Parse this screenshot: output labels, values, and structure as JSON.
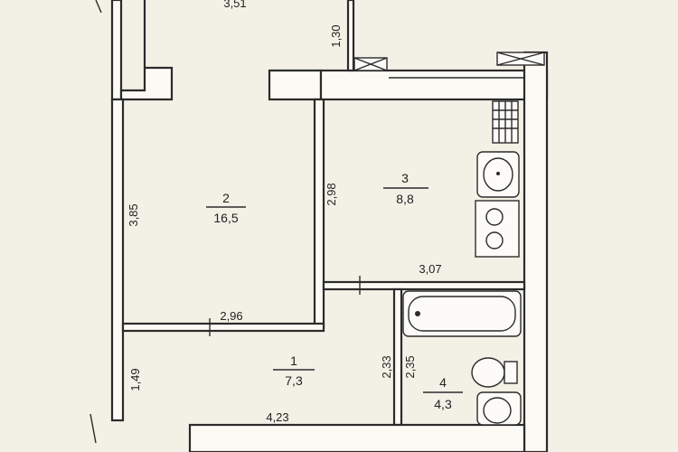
{
  "dimensions": {
    "top_corridor_width": "3,51",
    "top_balcony_depth": "1,30",
    "room2_height": "3,85",
    "room2_width": "2,96",
    "room3_height": "2,98",
    "room3_width": "3,07",
    "hall_height": "1,49",
    "hall_width": "4,23",
    "bath_height_a": "2,33",
    "bath_height_b": "2,35"
  },
  "rooms": [
    {
      "number": "1",
      "area": "7,3"
    },
    {
      "number": "2",
      "area": "16,5"
    },
    {
      "number": "3",
      "area": "8,8"
    },
    {
      "number": "4",
      "area": "4,3"
    }
  ],
  "colors": {
    "paper": "#f3f0e6",
    "line": "#2b2b2b"
  }
}
